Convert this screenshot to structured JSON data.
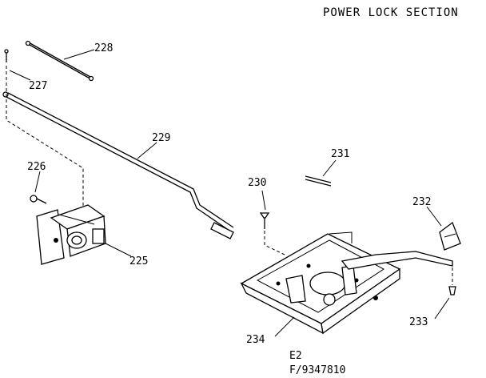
{
  "title": "POWER LOCK SECTION",
  "footer": {
    "line1": "E2",
    "line2": "F/9347810"
  },
  "callouts": {
    "c225": "225",
    "c226": "226",
    "c227": "227",
    "c228": "228",
    "c229": "229",
    "c230": "230",
    "c231": "231",
    "c232": "232",
    "c233": "233",
    "c234": "234"
  }
}
